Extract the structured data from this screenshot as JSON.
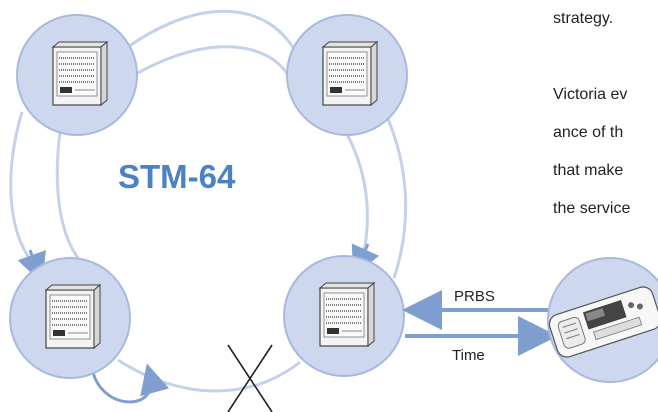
{
  "text_block": {
    "lines": [
      "strategy.",
      "",
      "Victoria ev",
      "ance of th",
      "that make",
      "the service"
    ]
  },
  "diagram": {
    "ring_label": "STM-64",
    "prbs_label": "PRBS",
    "time_label": "Time"
  },
  "colors": {
    "node_fill": "#cdd7ee",
    "node_stroke": "#aab8de",
    "ring": "#c5d1ea",
    "arrow": "#7f9fd0",
    "label": "#4a82c4"
  }
}
